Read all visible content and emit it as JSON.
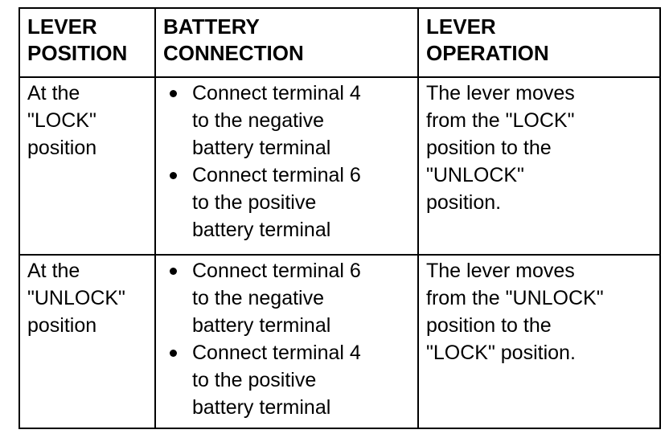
{
  "headers": [
    [
      "LEVER",
      "POSITION"
    ],
    [
      "BATTERY",
      "CONNECTION"
    ],
    [
      "LEVER",
      "OPERATION"
    ]
  ],
  "rows": [
    {
      "position": [
        "At the",
        "\"LOCK\"",
        "position"
      ],
      "connection": [
        [
          "Connect terminal 4",
          "to the negative",
          "battery terminal"
        ],
        [
          "Connect terminal 6",
          "to the positive",
          "battery terminal"
        ]
      ],
      "operation": [
        "The lever moves",
        "from the \"LOCK\"",
        "position to the",
        "\"UNLOCK\"",
        "position."
      ]
    },
    {
      "position": [
        "At the",
        "\"UNLOCK\"",
        "position"
      ],
      "connection": [
        [
          "Connect terminal 6",
          "to the negative",
          "battery terminal"
        ],
        [
          "Connect terminal 4",
          "to the positive",
          "battery terminal"
        ]
      ],
      "operation": [
        "The lever moves",
        "from the \"UNLOCK\"",
        "position to the",
        "\"LOCK\" position."
      ]
    }
  ]
}
